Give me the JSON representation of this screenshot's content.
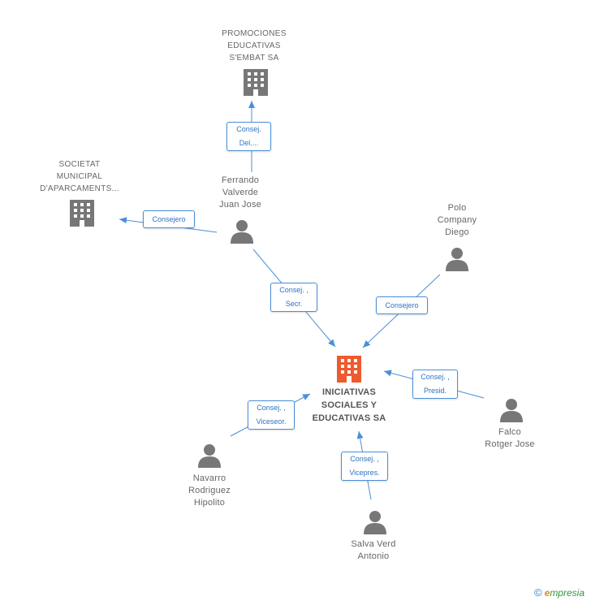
{
  "colors": {
    "edge": "#4a8fd8",
    "company_icon": "#777777",
    "main_company_icon": "#ee5a2f",
    "person_icon": "#777777",
    "label_text": "#666666"
  },
  "nodes": {
    "promociones": {
      "lines": [
        "PROMOCIONES",
        "EDUCATIVAS",
        "S'EMBAT SA"
      ],
      "icon": "building-icon"
    },
    "societat": {
      "lines": [
        "SOCIETAT",
        "MUNICIPAL",
        "D'APARCAMENTS..."
      ],
      "icon": "building-icon"
    },
    "ferrando": {
      "lines": [
        "Ferrando",
        "Valverde",
        "Juan Jose"
      ],
      "icon": "person-icon"
    },
    "polo": {
      "lines": [
        "Polo",
        "Company",
        "Diego"
      ],
      "icon": "person-icon"
    },
    "iniciativas": {
      "lines": [
        "INICIATIVAS",
        "SOCIALES Y",
        "EDUCATIVAS SA"
      ],
      "icon": "building-icon"
    },
    "falco": {
      "lines": [
        "Falco",
        "Rotger Jose"
      ],
      "icon": "person-icon"
    },
    "navarro": {
      "lines": [
        "Navarro",
        "Rodriguez",
        "Hipolito"
      ],
      "icon": "person-icon"
    },
    "salva": {
      "lines": [
        "Salva Verd",
        "Antonio"
      ],
      "icon": "person-icon"
    }
  },
  "edges": {
    "ferrando_promociones": [
      "Consej.",
      "Del...."
    ],
    "ferrando_societat": [
      "Consejero"
    ],
    "ferrando_iniciativas": [
      "Consej. ,",
      "Secr."
    ],
    "polo_iniciativas": [
      "Consejero"
    ],
    "falco_iniciativas": [
      "Consej. ,",
      "Presid."
    ],
    "navarro_iniciativas": [
      "Consej. ,",
      "Viceseor."
    ],
    "salva_iniciativas": [
      "Consej. ,",
      "Vicepres."
    ]
  },
  "brand": {
    "copyright": "©",
    "first_letter": "e",
    "rest": "mpresia"
  }
}
